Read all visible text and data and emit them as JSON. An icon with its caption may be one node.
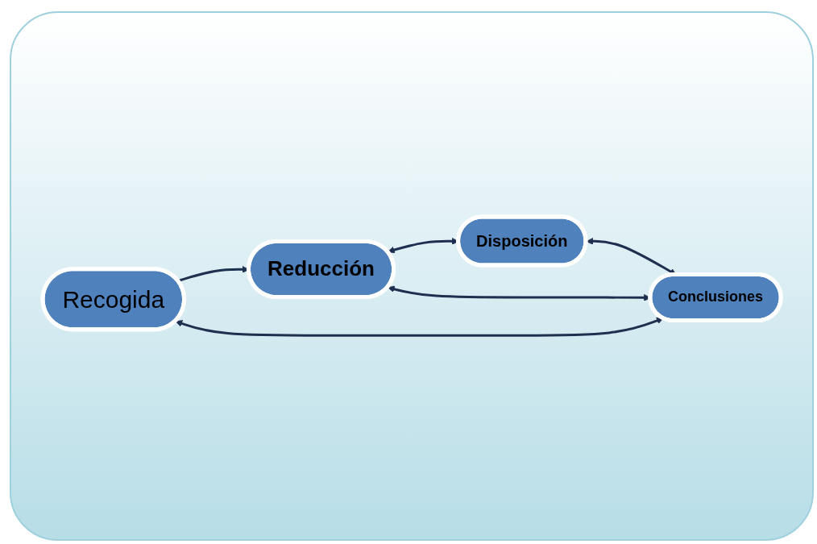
{
  "diagram": {
    "nodes": [
      {
        "text": [
          "Recogida"
        ]
      },
      {
        "text": [
          "Disposición"
        ]
      },
      {
        "text": [
          "Reducción"
        ]
      },
      {
        "text": [
          "Conclusiones"
        ]
      }
    ],
    "edges": [
      {
        "from": 0,
        "to": 2,
        "arrow": "to"
      },
      {
        "from": 2,
        "to": 1,
        "arrow": "both"
      },
      {
        "from": 1,
        "to": 3,
        "arrow": "both"
      },
      {
        "from": 2,
        "to": 3,
        "arrow": "both"
      },
      {
        "from": 0,
        "to": 3,
        "arrow": "both"
      }
    ]
  }
}
